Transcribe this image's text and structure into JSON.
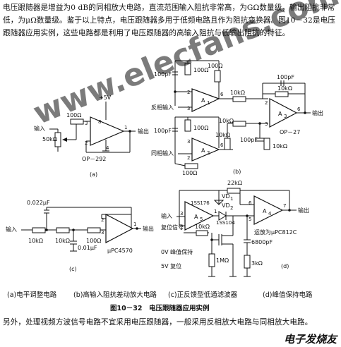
{
  "text": {
    "intro": "电压跟随器是增益为0 dB的同相放大电路，直流范围输入阻抗非常高，为GΩ数量级，输出阻抗非常低，为μΩ数量级。鉴于以上特点，电压跟随器多用于低频电路且作为阻抗变换器。图10－32是电压跟随器应用实例，这些电路都是利用了电压跟随器的高输入阻抗与低输出阻抗的特征。",
    "outro": "另外，处理视频方波信号电路不宜采用电压跟随器，一般采用反相放大电路与同相放大电路。"
  },
  "watermark": "www.elecfans.com",
  "brand_mark": "电子发烧友",
  "circuit_a": {
    "supply": "+5V",
    "input": "输入",
    "output": "输出",
    "pot": "50kΩ",
    "res": "100Ω",
    "opamp": "OP－292",
    "pins": [
      "3",
      "8",
      "1",
      "2",
      "4"
    ],
    "label": "(a)"
  },
  "circuit_b": {
    "inv_input": "反相输入",
    "noninv_input": "同相输入",
    "output": "输出",
    "c1": "100pF",
    "c2": "100pF",
    "c3": "100pF",
    "c4": "100pF",
    "r1": "100Ω",
    "r2": "100Ω",
    "r3": "100Ω",
    "r4": "100Ω",
    "r5": "10kΩ",
    "r6": "10kΩ",
    "r7": "10kΩ",
    "r8": "10kΩ",
    "r9": "10kΩ",
    "a1": "A",
    "a2": "A",
    "a3": "A",
    "sub1": "1",
    "sub2": "2",
    "sub3": "3",
    "opamp": "OP－27",
    "pins": [
      "2",
      "3",
      "6",
      "3",
      "2",
      "6",
      "2",
      "3",
      "6"
    ],
    "label": "(b)"
  },
  "circuit_c": {
    "input": "输入",
    "output": "输出",
    "c1": "0.022μF",
    "c2": "0.01μF",
    "r1": "10kΩ",
    "r2": "10kΩ",
    "r3": "100Ω",
    "opamp": "μPC4570",
    "pins": [
      "3",
      "2",
      "1"
    ],
    "label": "(c)"
  },
  "circuit_d": {
    "input": "输入",
    "output": "输出",
    "reset": "复位信号",
    "hold": "0V 峰值保持",
    "reset5v": "5V 复位",
    "r_fb": "22kΩ",
    "r_in": "10kΩ",
    "r_gnd": "1MΩ",
    "r_out": "3kΩ",
    "cap": "6800pF",
    "d1_type": "1SS176",
    "d1": "VD",
    "d1_sub": "1",
    "d2_type": "1SS104",
    "d2": "VD",
    "d2_sub": "2",
    "a5": "A",
    "a5_sub": "5",
    "a4": "A",
    "a4_sub": "4",
    "opamp_note": "运放为μPC812C",
    "pins": [
      "3",
      "2",
      "1",
      "5",
      "6",
      "7"
    ],
    "label": "(d)"
  },
  "caption": {
    "sub_a": "(a)电平调整电路",
    "sub_b": "(b)高输入阻抗差动放大电路",
    "sub_c": "(c)正反馈型低通滤波器",
    "sub_d": "(d)峰值保持电路",
    "figure": "图10－32　电压跟随器应用实例"
  }
}
